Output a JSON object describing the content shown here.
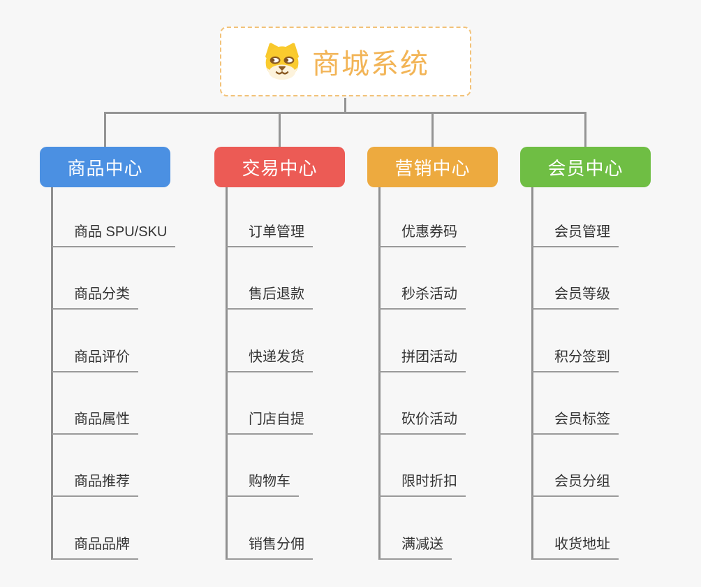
{
  "root": {
    "title": "商城系统",
    "icon": "dog-icon",
    "text_color": "#f2b456",
    "border_color": "#f2c279",
    "background": "#ffffff"
  },
  "connector_color": "#949494",
  "leaf_underline_color": "#9a9a9a",
  "leaf_text_color": "#333333",
  "page_background": "#f7f7f7",
  "branches": [
    {
      "id": "goods",
      "label": "商品中心",
      "color": "#4b90e2",
      "children": [
        "商品 SPU/SKU",
        "商品分类",
        "商品评价",
        "商品属性",
        "商品推荐",
        "商品品牌"
      ]
    },
    {
      "id": "trade",
      "label": "交易中心",
      "color": "#ec5b55",
      "children": [
        "订单管理",
        "售后退款",
        "快递发货",
        "门店自提",
        "购物车",
        "销售分佣"
      ]
    },
    {
      "id": "marketing",
      "label": "营销中心",
      "color": "#edaa3f",
      "children": [
        "优惠券码",
        "秒杀活动",
        "拼团活动",
        "砍价活动",
        "限时折扣",
        "满减送"
      ]
    },
    {
      "id": "member",
      "label": "会员中心",
      "color": "#6fbe44",
      "children": [
        "会员管理",
        "会员等级",
        "积分签到",
        "会员标签",
        "会员分组",
        "收货地址"
      ]
    }
  ]
}
